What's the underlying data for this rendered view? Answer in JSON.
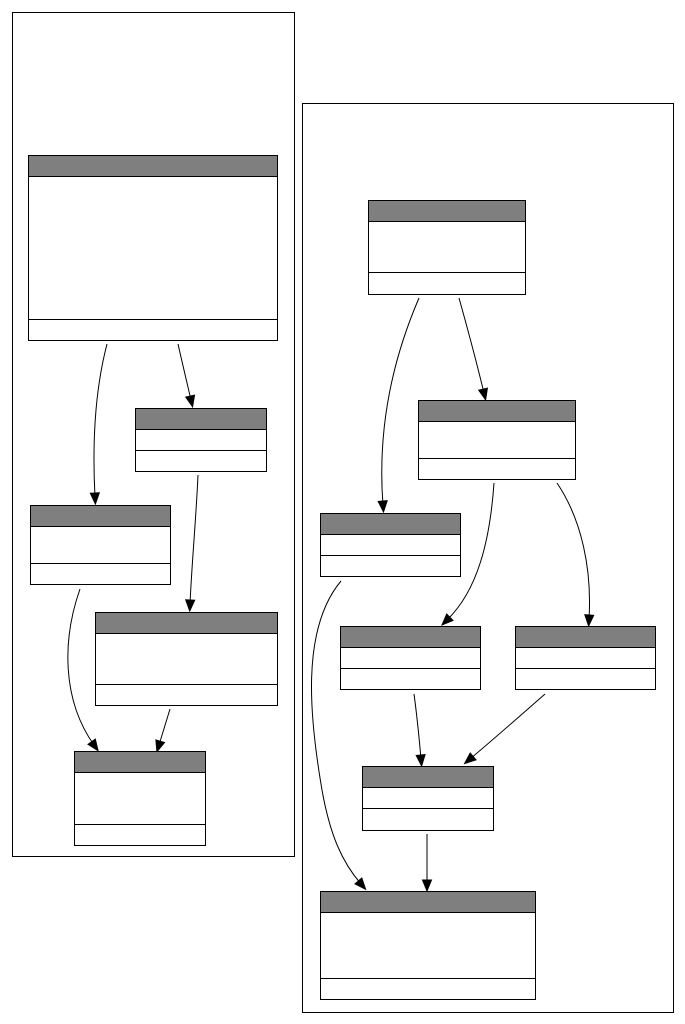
{
  "diagram": {
    "type": "class-diagram",
    "clusters": [
      {
        "id": "cluster-left"
      },
      {
        "id": "cluster-right"
      }
    ],
    "nodes": [
      {
        "id": "l1",
        "cluster": "cluster-left",
        "title": "",
        "attributes": [],
        "methods": []
      },
      {
        "id": "l2",
        "cluster": "cluster-left",
        "title": "",
        "attributes": [],
        "methods": []
      },
      {
        "id": "l3",
        "cluster": "cluster-left",
        "title": "",
        "attributes": [],
        "methods": []
      },
      {
        "id": "l4",
        "cluster": "cluster-left",
        "title": "",
        "attributes": [],
        "methods": []
      },
      {
        "id": "l5",
        "cluster": "cluster-left",
        "title": "",
        "attributes": [],
        "methods": []
      },
      {
        "id": "r1",
        "cluster": "cluster-right",
        "title": "",
        "attributes": [],
        "methods": []
      },
      {
        "id": "r2",
        "cluster": "cluster-right",
        "title": "",
        "attributes": [],
        "methods": []
      },
      {
        "id": "r3",
        "cluster": "cluster-right",
        "title": "",
        "attributes": [],
        "methods": []
      },
      {
        "id": "r4",
        "cluster": "cluster-right",
        "title": "",
        "attributes": [],
        "methods": []
      },
      {
        "id": "r5",
        "cluster": "cluster-right",
        "title": "",
        "attributes": [],
        "methods": []
      },
      {
        "id": "r6",
        "cluster": "cluster-right",
        "title": "",
        "attributes": [],
        "methods": []
      },
      {
        "id": "r7",
        "cluster": "cluster-right",
        "title": "",
        "attributes": [],
        "methods": []
      }
    ],
    "edges": [
      {
        "from": "l1",
        "to": "l2"
      },
      {
        "from": "l1",
        "to": "l3"
      },
      {
        "from": "l3",
        "to": "l5"
      },
      {
        "from": "l2",
        "to": "l4"
      },
      {
        "from": "l4",
        "to": "l5"
      },
      {
        "from": "r1",
        "to": "r3"
      },
      {
        "from": "r1",
        "to": "r2"
      },
      {
        "from": "r2",
        "to": "r4"
      },
      {
        "from": "r2",
        "to": "r5"
      },
      {
        "from": "r4",
        "to": "r6"
      },
      {
        "from": "r5",
        "to": "r6"
      },
      {
        "from": "r3",
        "to": "r7"
      },
      {
        "from": "r6",
        "to": "r7"
      }
    ],
    "colors": {
      "header": "#7f7f7f",
      "body": "#ffffff",
      "stroke": "#000000"
    }
  }
}
